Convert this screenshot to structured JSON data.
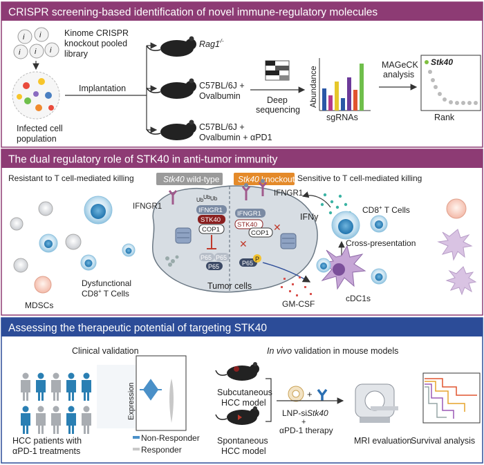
{
  "sections": {
    "s1_title": "CRISPR screening-based identification of novel immune-regulatory molecules",
    "s2_title": "The dual regulatory role of STK40 in anti-tumor immunity",
    "s3_title": "Assessing the therapeutic potential of targeting STK40"
  },
  "colors": {
    "s1_header": "#8d3b74",
    "s2_header": "#8d3b74",
    "s3_header": "#2c4c98",
    "wildtype_tag": "#9a9a9a",
    "knockout_tag": "#e48a2a",
    "stk40_red": "#8a1f1f"
  },
  "s1": {
    "library_l1": "Kinome CRISPR",
    "library_l2": "knockout pooled",
    "library_l3": "library",
    "infected_l1": "Infected cell",
    "infected_l2": "population",
    "implantation": "Implantation",
    "mouse1": "Rag1",
    "mouse1_sup": "-/-",
    "mouse2_l1": "C57BL/6J +",
    "mouse2_l2": "Ovalbumin",
    "mouse3_l1": "C57BL/6J +",
    "mouse3_l2": "Ovalbumin + αPD1",
    "deep_l1": "Deep",
    "deep_l2": "sequencing",
    "abundance": "Abundance",
    "sgrnas": "sgRNAs",
    "mageck_l1": "MAGeCK",
    "mageck_l2": "analysis",
    "stk40": "Stk40",
    "rank": "Rank"
  },
  "s2": {
    "resistant": "Resistant to T cell-mediated killing",
    "sensitive": "Sensitive to T cell-mediated killing",
    "wt_tag_gene": "Stk40",
    "wt_tag_rest": " wild-type",
    "ko_tag_gene": "Stk40",
    "ko_tag_rest": " knockout",
    "ifngr1_left": "IFNGR1",
    "ifngr1_right": "IFNGR1",
    "ub": "Ub",
    "p_ifngr1": "IFNGR1",
    "p_stk40": "STK40",
    "p_cop1": "COP1",
    "p65": "P65",
    "p": "P",
    "ifng": "IFNγ",
    "cd8_l1": "CD8",
    "cd8_sup": "+",
    "cd8_l2": " T Cells",
    "cross": "Cross-presentation",
    "mdscs": "MDSCs",
    "dys_l1": "Dysfunctional",
    "dys_l2a": "CD8",
    "dys_sup": "+",
    "dys_l2b": " T Cells",
    "tumor": "Tumor cells",
    "gmcsf": "GM-CSF",
    "cdc1s": "cDC1s"
  },
  "s3": {
    "clinical": "Clinical validation",
    "invivo_it": "In vivo",
    "invivo_rest": " validation in mouse models",
    "expression": "Expression",
    "hcc_l1": "HCC patients with",
    "hcc_l2": "αPD-1 treatments",
    "nonresp": "Non-Responder",
    "resp": "Responder",
    "subq_l1": "Subcutaneous",
    "subq_l2": "HCC model",
    "spont_l1": "Spontaneous",
    "spont_l2": "HCC model",
    "plus": "+",
    "lnp_a": "LNP-si",
    "lnp_gene": "Stk40",
    "plus2": "+",
    "therapy": "αPD-1 therapy",
    "mri": "MRI evaluation",
    "survival": "Survival analysis"
  }
}
